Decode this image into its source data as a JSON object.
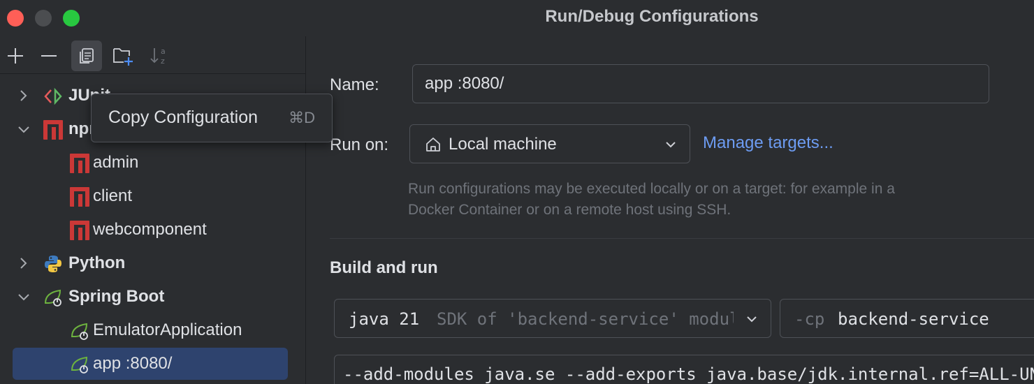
{
  "window": {
    "title": "Run/Debug Configurations"
  },
  "toolbar": {
    "add": "add-icon",
    "remove": "remove-icon",
    "copy": "copy-icon",
    "folder": "new-folder-icon",
    "sort": "sort-icon"
  },
  "tooltip": {
    "label": "Copy Configuration",
    "shortcut": "⌘D"
  },
  "tree": {
    "junit": "JUnit",
    "npm": "npm",
    "npm_children": [
      "admin",
      "client",
      "webcomponent"
    ],
    "python": "Python",
    "spring_boot": "Spring Boot",
    "spring_children": [
      "EmulatorApplication",
      "app :8080/"
    ]
  },
  "form": {
    "name_label": "Name:",
    "name_value": "app :8080/",
    "run_on_label": "Run on:",
    "run_on_value": "Local machine",
    "manage_targets": "Manage targets...",
    "hint": "Run configurations may be executed locally or on a target: for example in a Docker Container or on a remote host using SSH.",
    "section_build": "Build and run",
    "jdk_value": "java 21",
    "jdk_hint": "SDK of 'backend-service' module",
    "cp_prefix": "-cp",
    "cp_value": "backend-service",
    "vm_options": "--add-modules java.se --add-exports java.base/jdk.internal.ref=ALL-UNNAMED"
  },
  "colors": {
    "background": "#2b2d30",
    "selection": "#2e436e",
    "link": "#6d9cf2",
    "npm_red": "#cb3837",
    "spring_green": "#6db33f"
  }
}
